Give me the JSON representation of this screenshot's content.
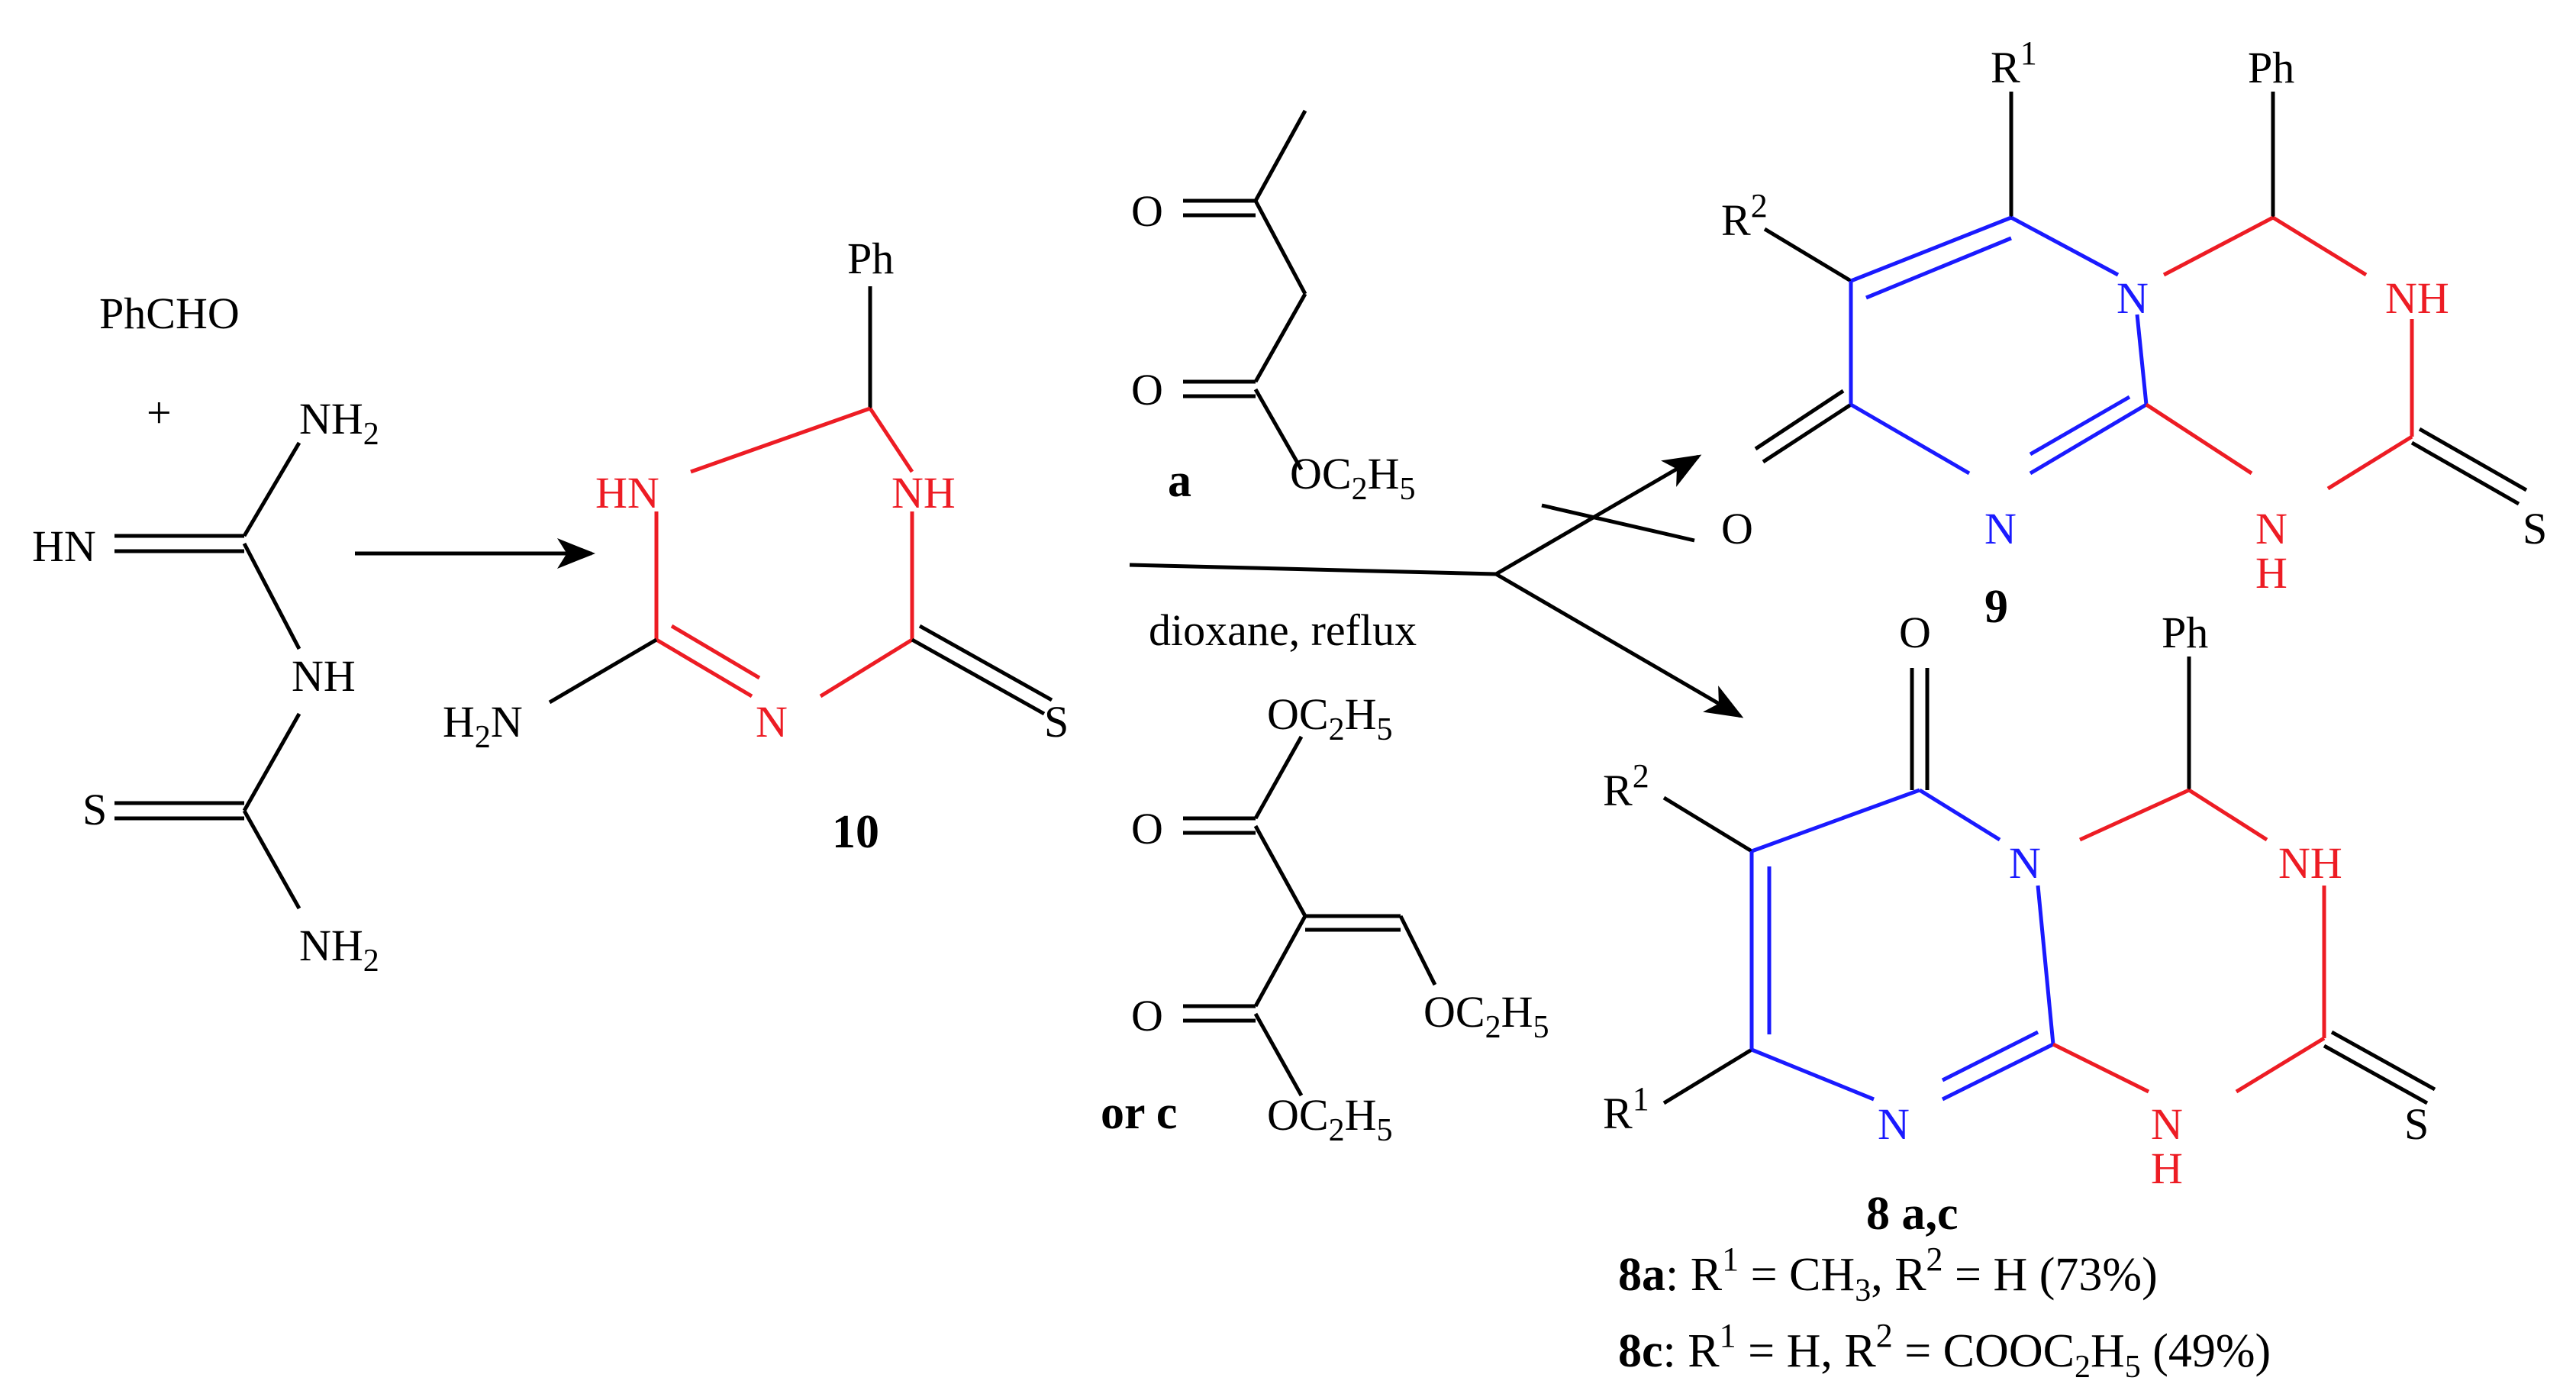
{
  "colors": {
    "black": "#000000",
    "red": "#ed1c24",
    "blue": "#1a1aff"
  },
  "reagents": {
    "aldehyde": "PhCHO",
    "plus": "+",
    "nh2": "NH",
    "hn": "HN",
    "nh": "NH",
    "s": "S",
    "two": "2"
  },
  "compound10": {
    "ph": "Ph",
    "hn": "HN",
    "nh": "NH",
    "h2n_h": "H",
    "h2n_2": "2",
    "h2n_n": "N",
    "n": "N",
    "s": "S",
    "label": "10"
  },
  "reagent_a": {
    "o1": "O",
    "o2": "O",
    "oc2h5_oc": "OC",
    "two": "2",
    "h": "H",
    "five": "5",
    "label": "a"
  },
  "reagent_c": {
    "o1": "O",
    "o2": "O",
    "oc": "OC",
    "two": "2",
    "h": "H",
    "five": "5",
    "label": "or c"
  },
  "conditions": "dioxane, reflux",
  "compound9": {
    "r": "R",
    "one": "1",
    "two": "2",
    "ph": "Ph",
    "n_ring": "N",
    "nh": "NH",
    "o": "O",
    "n": "N",
    "nh_bottom": "N",
    "h_bottom": "H",
    "s": "S",
    "label": "9"
  },
  "compound8": {
    "o": "O",
    "ph": "Ph",
    "r": "R",
    "one": "1",
    "two": "2",
    "n_ring": "N",
    "nh": "NH",
    "n": "N",
    "nh_bottom": "N",
    "h_bottom": "H",
    "s": "S",
    "label": "8 a,c"
  },
  "captions": {
    "c8a_bold": "8a",
    "c8a_rest1": ": R",
    "c8a_sup1": "1",
    "c8a_rest2": " = CH",
    "c8a_sub": "3",
    "c8a_rest3": ", R",
    "c8a_sup2": "2",
    "c8a_rest4": " = H (73%)",
    "c8c_bold": "8c",
    "c8c_rest1": ": R",
    "c8c_sup1": "1",
    "c8c_rest2": " = H, R",
    "c8c_sup2": "2",
    "c8c_rest3": " = COOC",
    "c8c_sub1": "2",
    "c8c_rest4": "H",
    "c8c_sub2": "5",
    "c8c_rest5": " (49%)"
  }
}
